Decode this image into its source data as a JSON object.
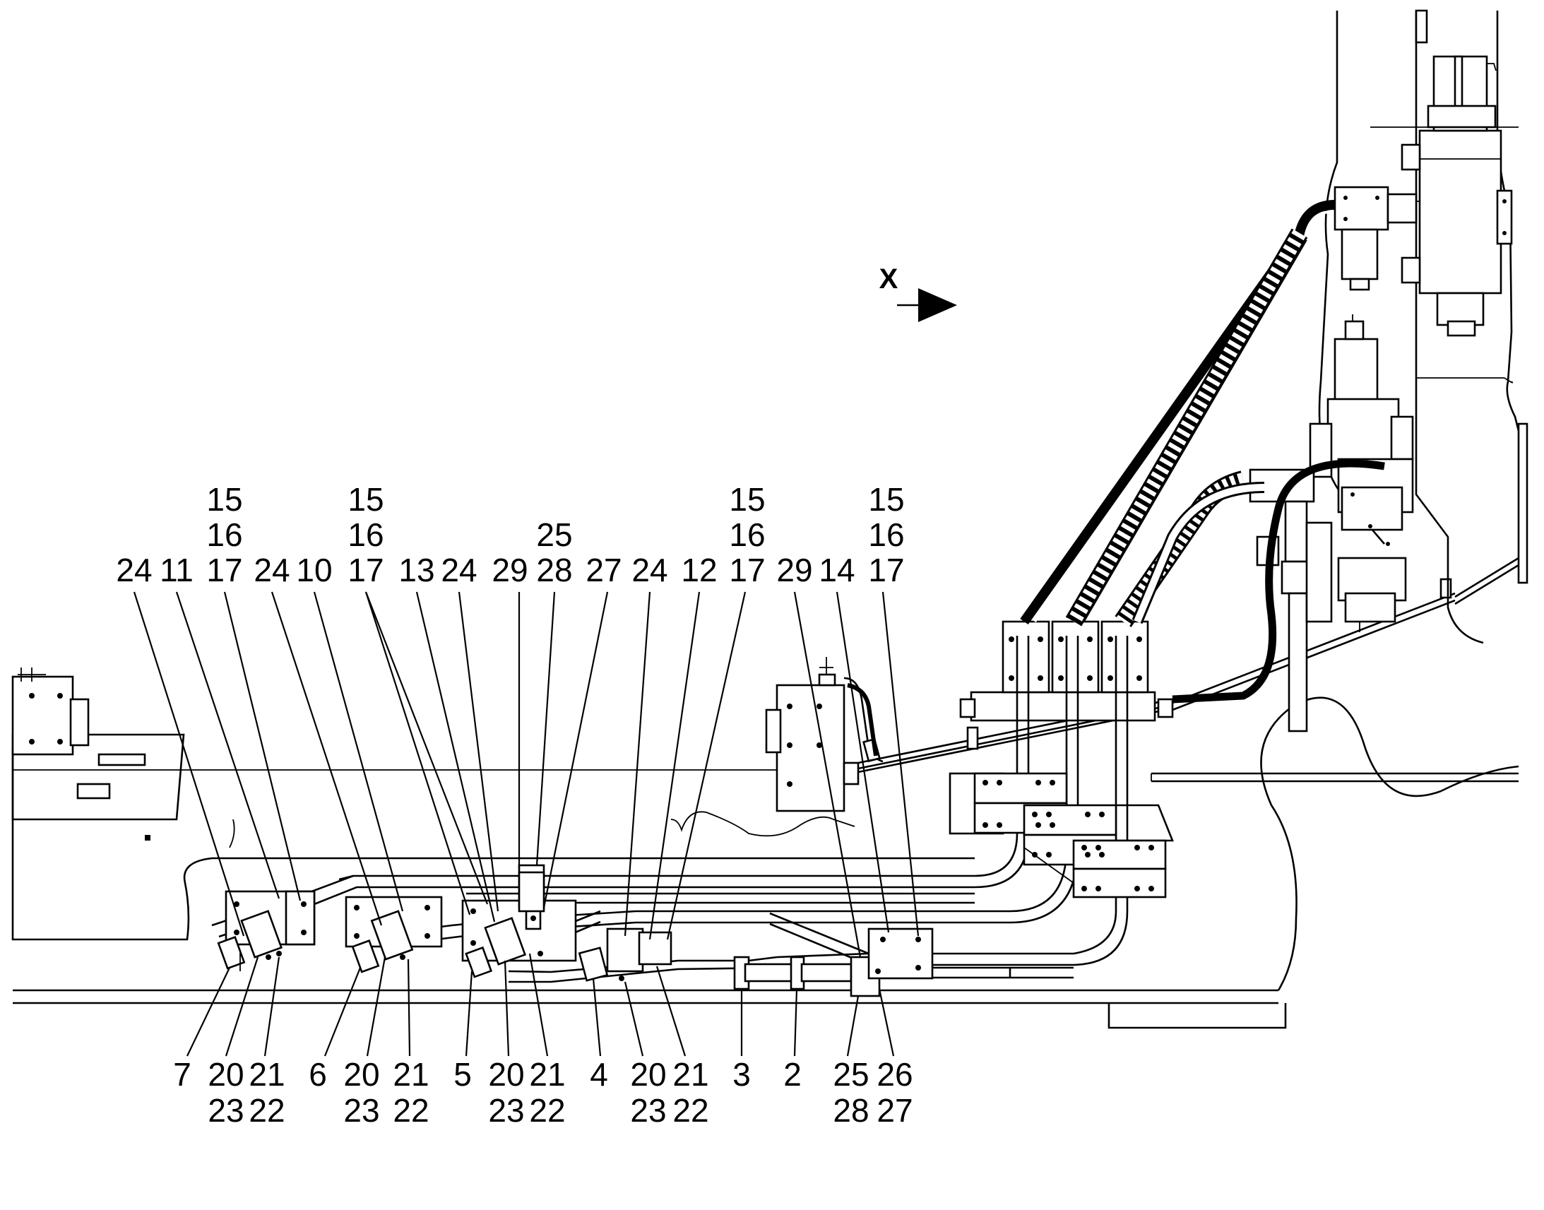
{
  "direction_marker": {
    "label": "X",
    "arrow": "right"
  },
  "callouts_top": [
    {
      "id": "t1",
      "lines": [
        "24"
      ]
    },
    {
      "id": "t2",
      "lines": [
        "11"
      ]
    },
    {
      "id": "t3",
      "lines": [
        "15",
        "16",
        "17"
      ]
    },
    {
      "id": "t4",
      "lines": [
        "24"
      ]
    },
    {
      "id": "t5",
      "lines": [
        "10"
      ]
    },
    {
      "id": "t6",
      "lines": [
        "15",
        "16",
        "17"
      ]
    },
    {
      "id": "t7",
      "lines": [
        "13"
      ]
    },
    {
      "id": "t8",
      "lines": [
        "24"
      ]
    },
    {
      "id": "t9",
      "lines": [
        "29"
      ]
    },
    {
      "id": "t10",
      "lines": [
        "25",
        "28"
      ]
    },
    {
      "id": "t11",
      "lines": [
        "27"
      ]
    },
    {
      "id": "t12",
      "lines": [
        "24"
      ]
    },
    {
      "id": "t13",
      "lines": [
        "12"
      ]
    },
    {
      "id": "t14",
      "lines": [
        "15",
        "16",
        "17"
      ]
    },
    {
      "id": "t15",
      "lines": [
        "29"
      ]
    },
    {
      "id": "t16",
      "lines": [
        "14"
      ]
    },
    {
      "id": "t17",
      "lines": [
        "15",
        "16",
        "17"
      ]
    }
  ],
  "callouts_bottom": [
    {
      "id": "b1",
      "lines": [
        "7"
      ]
    },
    {
      "id": "b2",
      "lines": [
        "20",
        "23"
      ]
    },
    {
      "id": "b3",
      "lines": [
        "21",
        "22"
      ]
    },
    {
      "id": "b4",
      "lines": [
        "6"
      ]
    },
    {
      "id": "b5",
      "lines": [
        "20",
        "23"
      ]
    },
    {
      "id": "b6",
      "lines": [
        "21",
        "22"
      ]
    },
    {
      "id": "b7",
      "lines": [
        "5"
      ]
    },
    {
      "id": "b8",
      "lines": [
        "20",
        "23"
      ]
    },
    {
      "id": "b9",
      "lines": [
        "21",
        "22"
      ]
    },
    {
      "id": "b10",
      "lines": [
        "4"
      ]
    },
    {
      "id": "b11",
      "lines": [
        "20",
        "23"
      ]
    },
    {
      "id": "b12",
      "lines": [
        "21",
        "22"
      ]
    },
    {
      "id": "b13",
      "lines": [
        "3"
      ]
    },
    {
      "id": "b14",
      "lines": [
        "2"
      ]
    },
    {
      "id": "b15",
      "lines": [
        "25",
        "28"
      ]
    },
    {
      "id": "b16",
      "lines": [
        "26",
        "27"
      ]
    }
  ]
}
